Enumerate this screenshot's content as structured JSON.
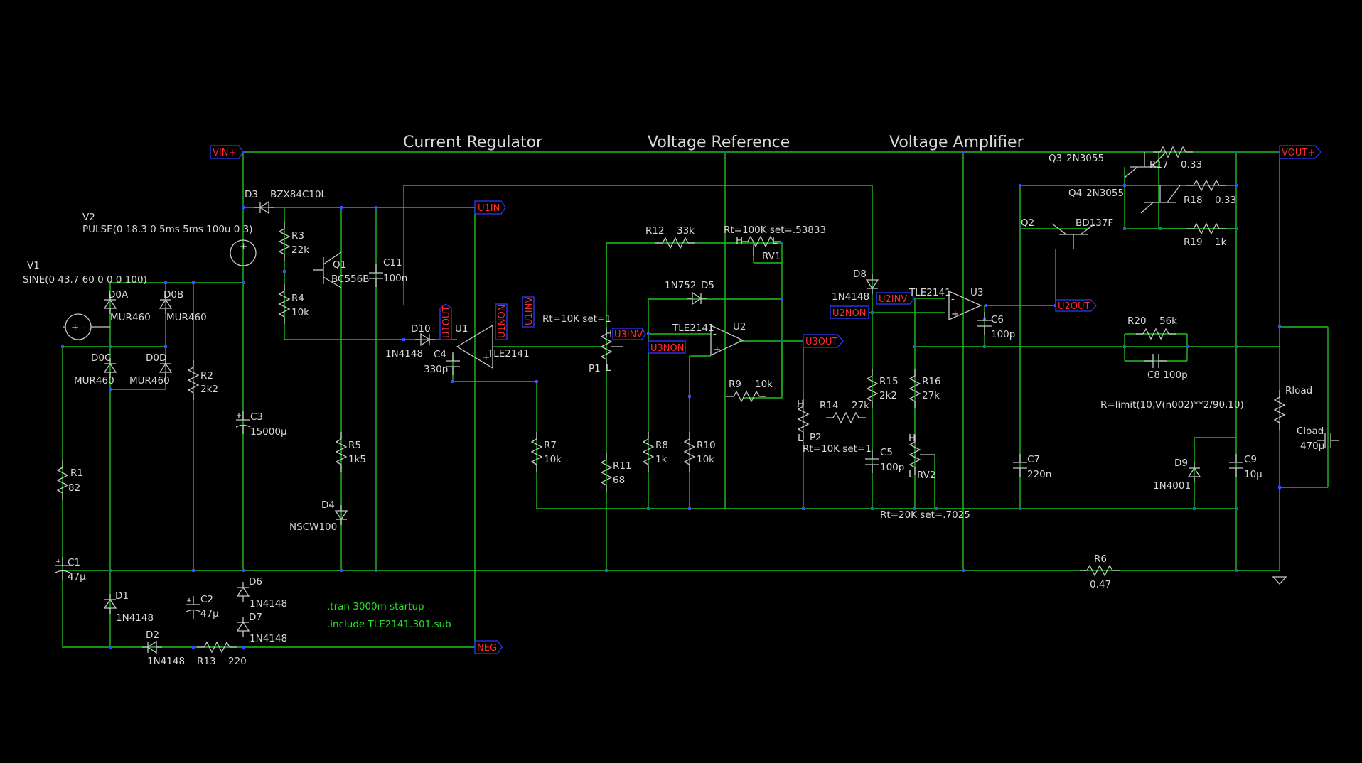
{
  "headings": {
    "current": "Current Regulator",
    "reference": "Voltage Reference",
    "amplifier": "Voltage Amplifier"
  },
  "directives": {
    "tran": ".tran 3000m startup",
    "include": ".include TLE2141.301.sub"
  },
  "flags": {
    "vin": "VIN+",
    "vout": "VOUT+",
    "neg": "NEG",
    "u1in": "U1IN",
    "u1out": "U1OUT",
    "u1non": "U1NON",
    "u1inv": "U1INV",
    "u3inv": "U3INV",
    "u3non": "U3NON",
    "u3out": "U3OUT",
    "u2inv": "U2INV",
    "u2non": "U2NON",
    "u2out": "U2OUT"
  },
  "labels": {
    "v1": "V1",
    "v1v": "SINE(0 43.7 60 0 0 0 100)",
    "v2": "V2",
    "v2v": "PULSE(0 18.3 0 5ms 5ms 100u 0 3)",
    "d0a": "D0A",
    "d0b": "D0B",
    "d0c": "D0C",
    "d0d": "D0D",
    "mur": "MUR460",
    "d1": "D1",
    "d2": "D2",
    "d3": "D3",
    "d3v": "BZX84C10L",
    "d4": "D4",
    "d4v": "NSCW100",
    "d5": "D5",
    "d5v": "1N752",
    "d6": "D6",
    "d7": "D7",
    "d8": "D8",
    "d9": "D9",
    "d9v": "1N4001",
    "d10": "D10",
    "n4148": "1N4148",
    "r1": "R1",
    "r1v": "82",
    "r2": "R2",
    "r2v": "2k2",
    "r3": "R3",
    "r3v": "22k",
    "r4": "R4",
    "r4v": "10k",
    "r5": "R5",
    "r5v": "1k5",
    "r6": "R6",
    "r6v": "0.47",
    "r7": "R7",
    "r7v": "10k",
    "r8": "R8",
    "r8v": "1k",
    "r9": "R9",
    "r9v": "10k",
    "r10": "R10",
    "r10v": "10k",
    "r11": "R11",
    "r11v": "68",
    "r12": "R12",
    "r12v": "33k",
    "r13": "R13",
    "r13v": "220",
    "r14": "R14",
    "r14v": "27k",
    "r15": "R15",
    "r15v": "2k2",
    "r16": "R16",
    "r16v": "27k",
    "r17": "R17",
    "r17v": "0.33",
    "r18": "R18",
    "r18v": "0.33",
    "r19": "R19",
    "r19v": "1k",
    "r20": "R20",
    "r20v": "56k",
    "rload": "Rload",
    "rloadv": "R=limit(10,V(n002)**2/90,10)",
    "c1": "C1",
    "c1v": "47µ",
    "c2": "C2",
    "c2v": "47µ",
    "c3": "C3",
    "c3v": "15000µ",
    "c4": "C4",
    "c4v": "330p",
    "c5": "C5",
    "c5v": "100p",
    "c6": "C6",
    "c6v": "100p",
    "c7": "C7",
    "c7v": "220n",
    "c8": "C8 100p",
    "c9": "C9",
    "c9v": "10µ",
    "c11": "C11",
    "c11v": "100n",
    "cload": "Cload",
    "cloadv": "470µ",
    "q1": "Q1",
    "q1v": "BC556B",
    "q2": "Q2",
    "q2v": "BD137F",
    "q3": "Q3",
    "q3v": "2N3055",
    "q4": "Q4",
    "q4v": "2N3055",
    "u1": "U1",
    "u2": "U2",
    "u3": "U3",
    "tle": "TLE2141",
    "p1": "P1",
    "p1v": "Rt=10K set=1",
    "p2": "P2",
    "p2v": "Rt=10K set=1",
    "rv1": "RV1",
    "rv1v": "Rt=100K set=.53833",
    "rv2": "RV2",
    "rv2v": "Rt=20K set=.7025",
    "h": "H",
    "l": "L"
  }
}
